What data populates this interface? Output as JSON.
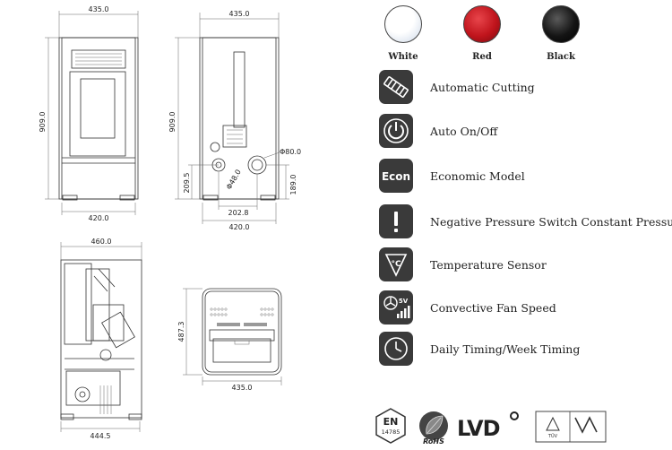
{
  "drawings": {
    "front": {
      "width_top": "435.0",
      "height": "909.0",
      "width_bottom": "420.0"
    },
    "back": {
      "width_top": "435.0",
      "height": "909.0",
      "pipe_diameter": "Φ80.0",
      "inlet_diameter": "Φ48.0",
      "pipe_height": "189.0",
      "inlet_height": "209.5",
      "spacing": "202.8",
      "width_bottom": "420.0"
    },
    "side": {
      "depth_top": "460.0",
      "depth_bottom": "444.5"
    },
    "top": {
      "depth": "487.3",
      "width": "435.0"
    }
  },
  "colors": [
    {
      "label": "White",
      "hex": "#ffffff"
    },
    {
      "label": "Red",
      "hex": "#c0141c"
    },
    {
      "label": "Black",
      "hex": "#0a0a0a"
    }
  ],
  "features": [
    {
      "icon": "cutting-icon",
      "label": "Automatic Cutting"
    },
    {
      "icon": "power-icon",
      "label": "Auto On/Off"
    },
    {
      "icon": "econ-icon",
      "label": "Economic Model",
      "icon_text": "Econ"
    },
    {
      "icon": "exclamation-icon",
      "label": "Negative Pressure Switch Constant Pressure"
    },
    {
      "icon": "thermometer-icon",
      "label": "Temperature Sensor"
    },
    {
      "icon": "fan-icon",
      "label": "Convective Fan Speed",
      "icon_text": "5V"
    },
    {
      "icon": "clock-icon",
      "label": "Daily Timing/Week Timing"
    }
  ],
  "certifications": {
    "en": {
      "top": "EN",
      "bottom": "14785"
    },
    "rohs": "RoHS",
    "lvd": "LVD",
    "tuv_text": "TÜV"
  }
}
